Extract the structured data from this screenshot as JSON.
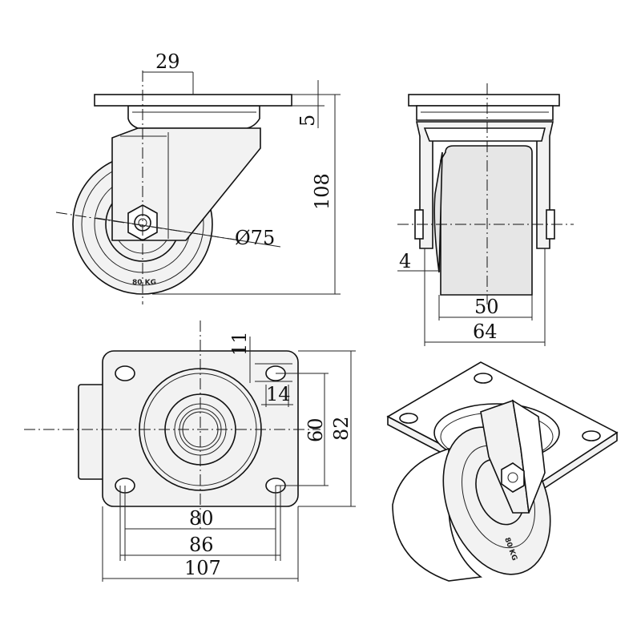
{
  "dimensions": {
    "offset": "29",
    "plate_thickness": "5",
    "height": "108",
    "wheel_diameter": "Ø75",
    "wheel_inset": "4",
    "tread_width": "50",
    "bracket_width": "64",
    "hole_dim_v": "11",
    "hole_dim_h": "14",
    "bolt_spacing_v": "60",
    "plate_width_v": "82",
    "bolt_spacing_h": "80",
    "bolt_pattern_h": "86",
    "plate_length": "107"
  },
  "wheel_stamp": "80 KG"
}
